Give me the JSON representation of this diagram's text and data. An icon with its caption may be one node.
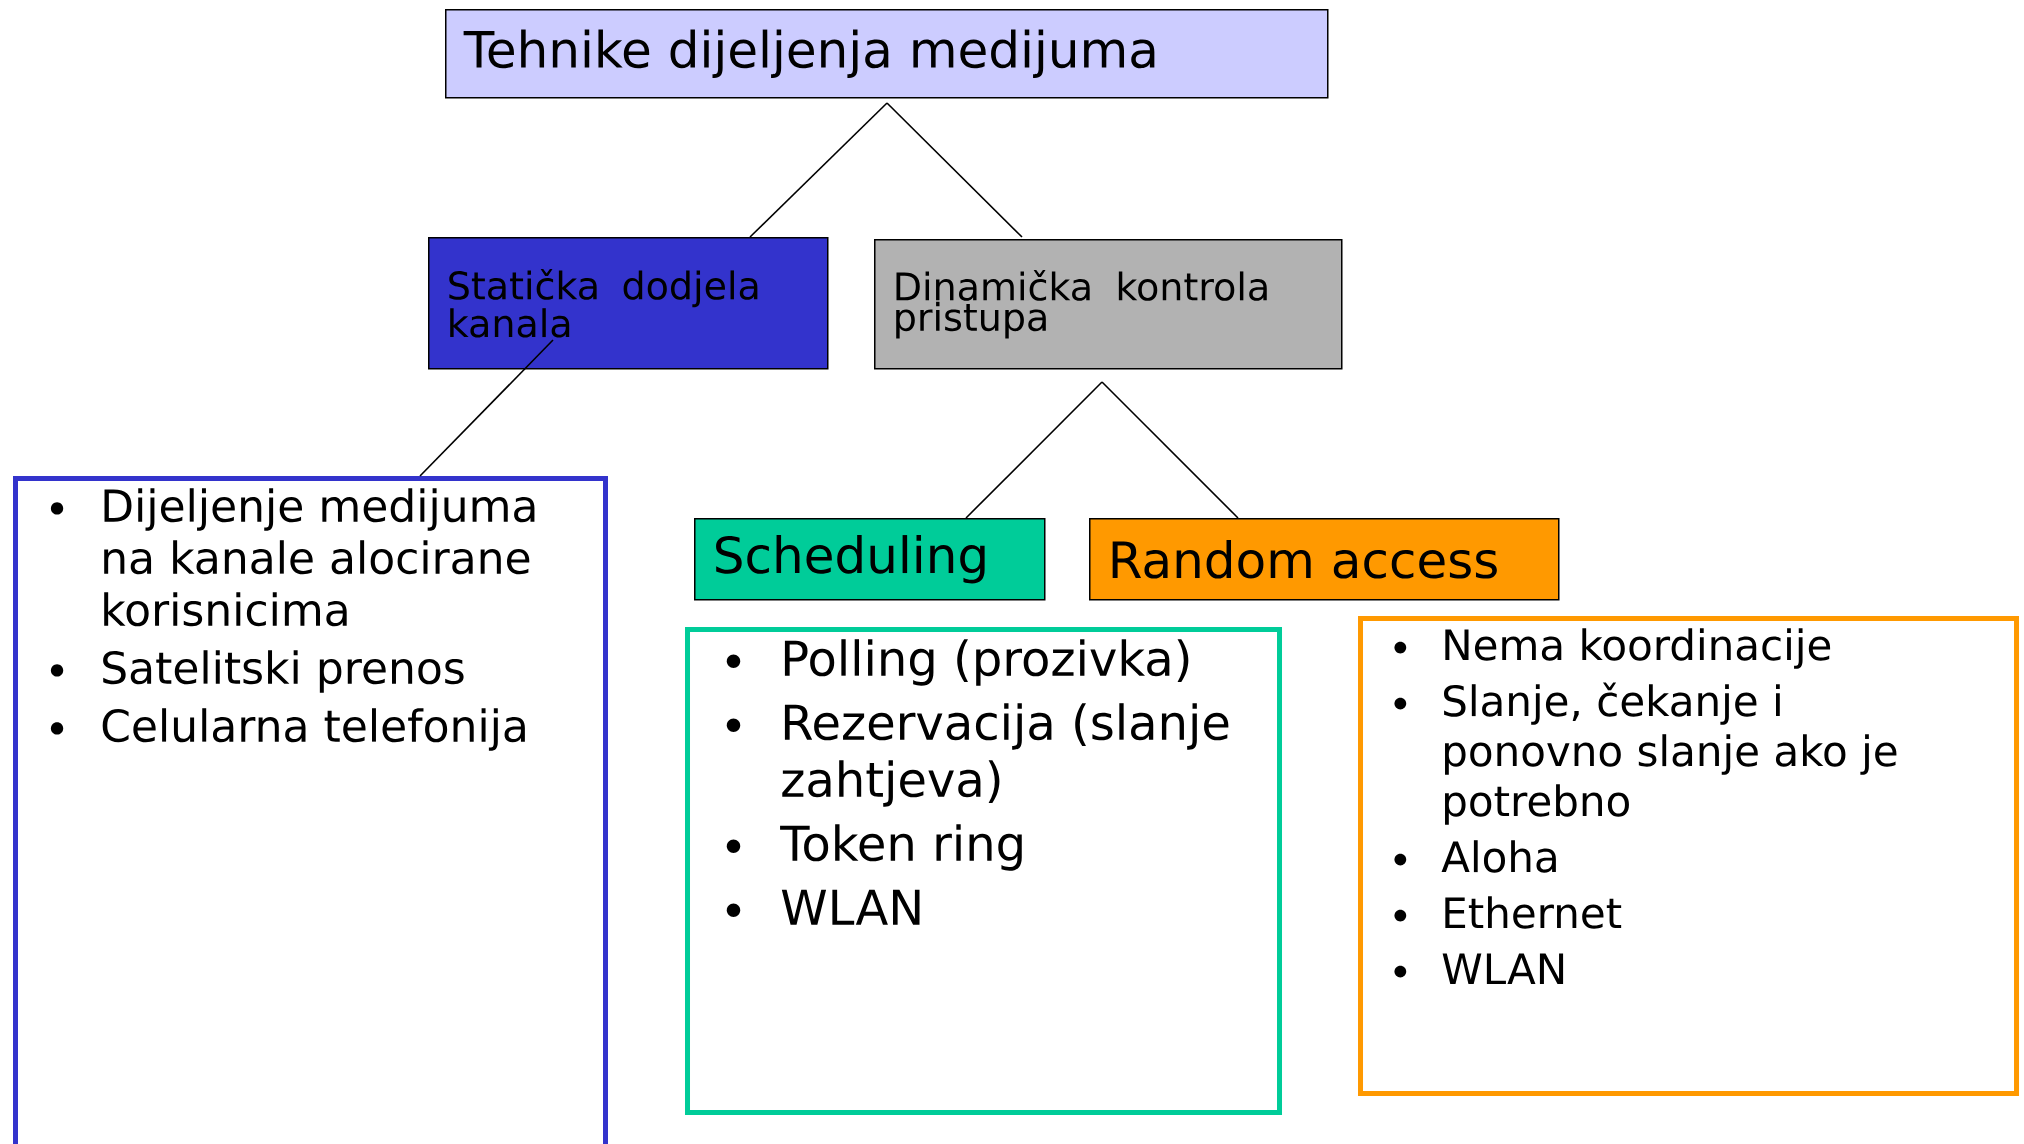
{
  "diagram": {
    "nodes": [
      {
        "text": [
          "Tehnike dijeljenja medijuma"
        ]
      },
      {
        "text": [
          "Statička dodjela kanala"
        ]
      },
      {
        "text": [
          "Dinamička kontrola pristupa"
        ]
      },
      {
        "text": [
          "Dijeljenje medijuma na kanale alocirane korisnicima",
          "Satelitski prenos",
          "Celularna telefonija"
        ]
      },
      {
        "text": [
          "Scheduling"
        ]
      },
      {
        "text": [
          "Random access"
        ]
      },
      {
        "text": [
          "Polling (prozivka)",
          "Rezervacija (slanje zahtjeva)",
          "Token ring",
          "WLAN"
        ]
      },
      {
        "text": [
          "Nema koordinacije",
          "Slanje, čekanje i ponovno slanje ako je potrebno",
          "Aloha",
          "Ethernet",
          "WLAN"
        ]
      }
    ],
    "edges": [
      {
        "from": 0,
        "to": 1,
        "arrow": "none"
      },
      {
        "from": 0,
        "to": 2,
        "arrow": "none"
      },
      {
        "from": 1,
        "to": 3,
        "arrow": "none"
      },
      {
        "from": 2,
        "to": 4,
        "arrow": "none"
      },
      {
        "from": 2,
        "to": 5,
        "arrow": "none"
      }
    ]
  }
}
